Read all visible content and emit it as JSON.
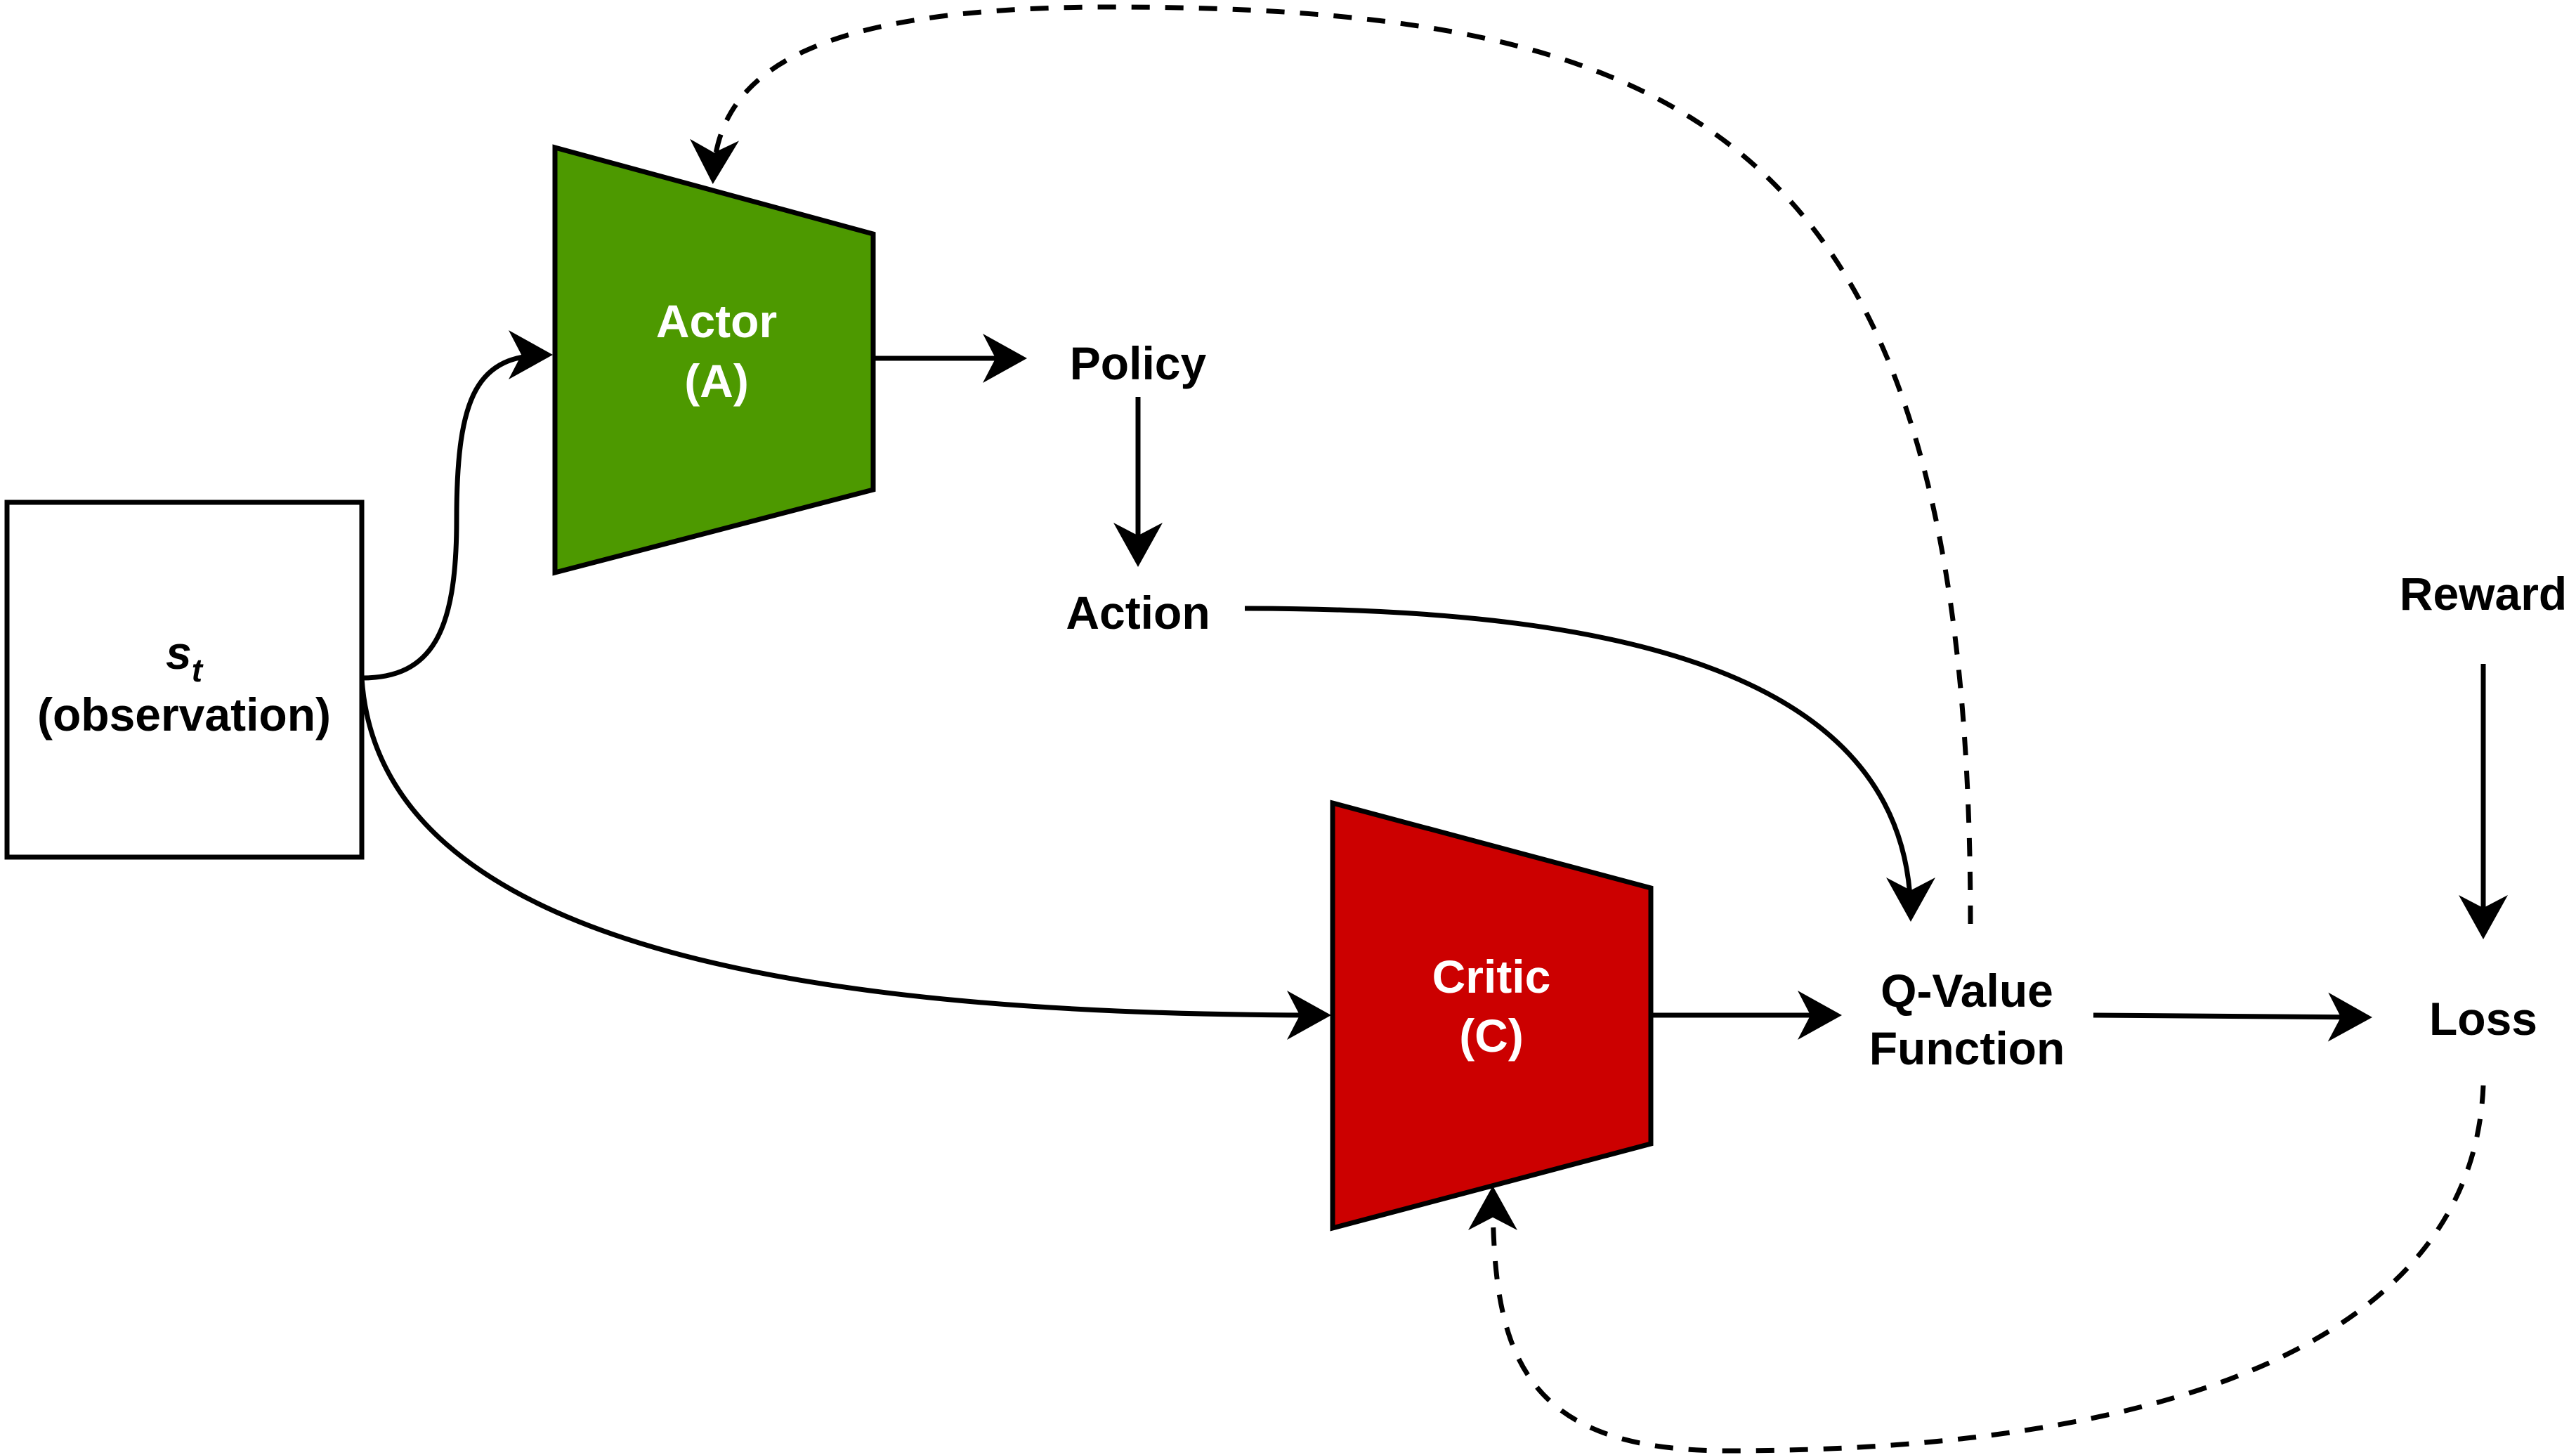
{
  "nodes": {
    "observation": {
      "symbol": "s",
      "subscript": "t",
      "label": "(observation)"
    },
    "actor": {
      "line1": "Actor",
      "line2": "(A)",
      "fill": "#4d9900"
    },
    "critic": {
      "line1": "Critic",
      "line2": "(C)",
      "fill": "#cc0000"
    },
    "policy": {
      "label": "Policy"
    },
    "action": {
      "label": "Action"
    },
    "q_value": {
      "line1": "Q-Value",
      "line2": "Function"
    },
    "reward": {
      "label": "Reward"
    },
    "loss": {
      "label": "Loss"
    }
  },
  "edges": [
    {
      "from": "observation",
      "to": "actor",
      "style": "solid"
    },
    {
      "from": "observation",
      "to": "critic",
      "style": "solid"
    },
    {
      "from": "actor",
      "to": "policy",
      "style": "solid"
    },
    {
      "from": "policy",
      "to": "action",
      "style": "solid"
    },
    {
      "from": "action",
      "to": "q_value",
      "style": "solid"
    },
    {
      "from": "critic",
      "to": "q_value",
      "style": "solid"
    },
    {
      "from": "q_value",
      "to": "loss",
      "style": "solid"
    },
    {
      "from": "reward",
      "to": "loss",
      "style": "solid"
    },
    {
      "from": "q_value",
      "to": "actor",
      "style": "dashed"
    },
    {
      "from": "loss",
      "to": "critic",
      "style": "dashed"
    }
  ],
  "colors": {
    "actor": "#4d9900",
    "critic": "#cc0000",
    "stroke": "#000000",
    "node_text_on_color": "#ffffff"
  }
}
